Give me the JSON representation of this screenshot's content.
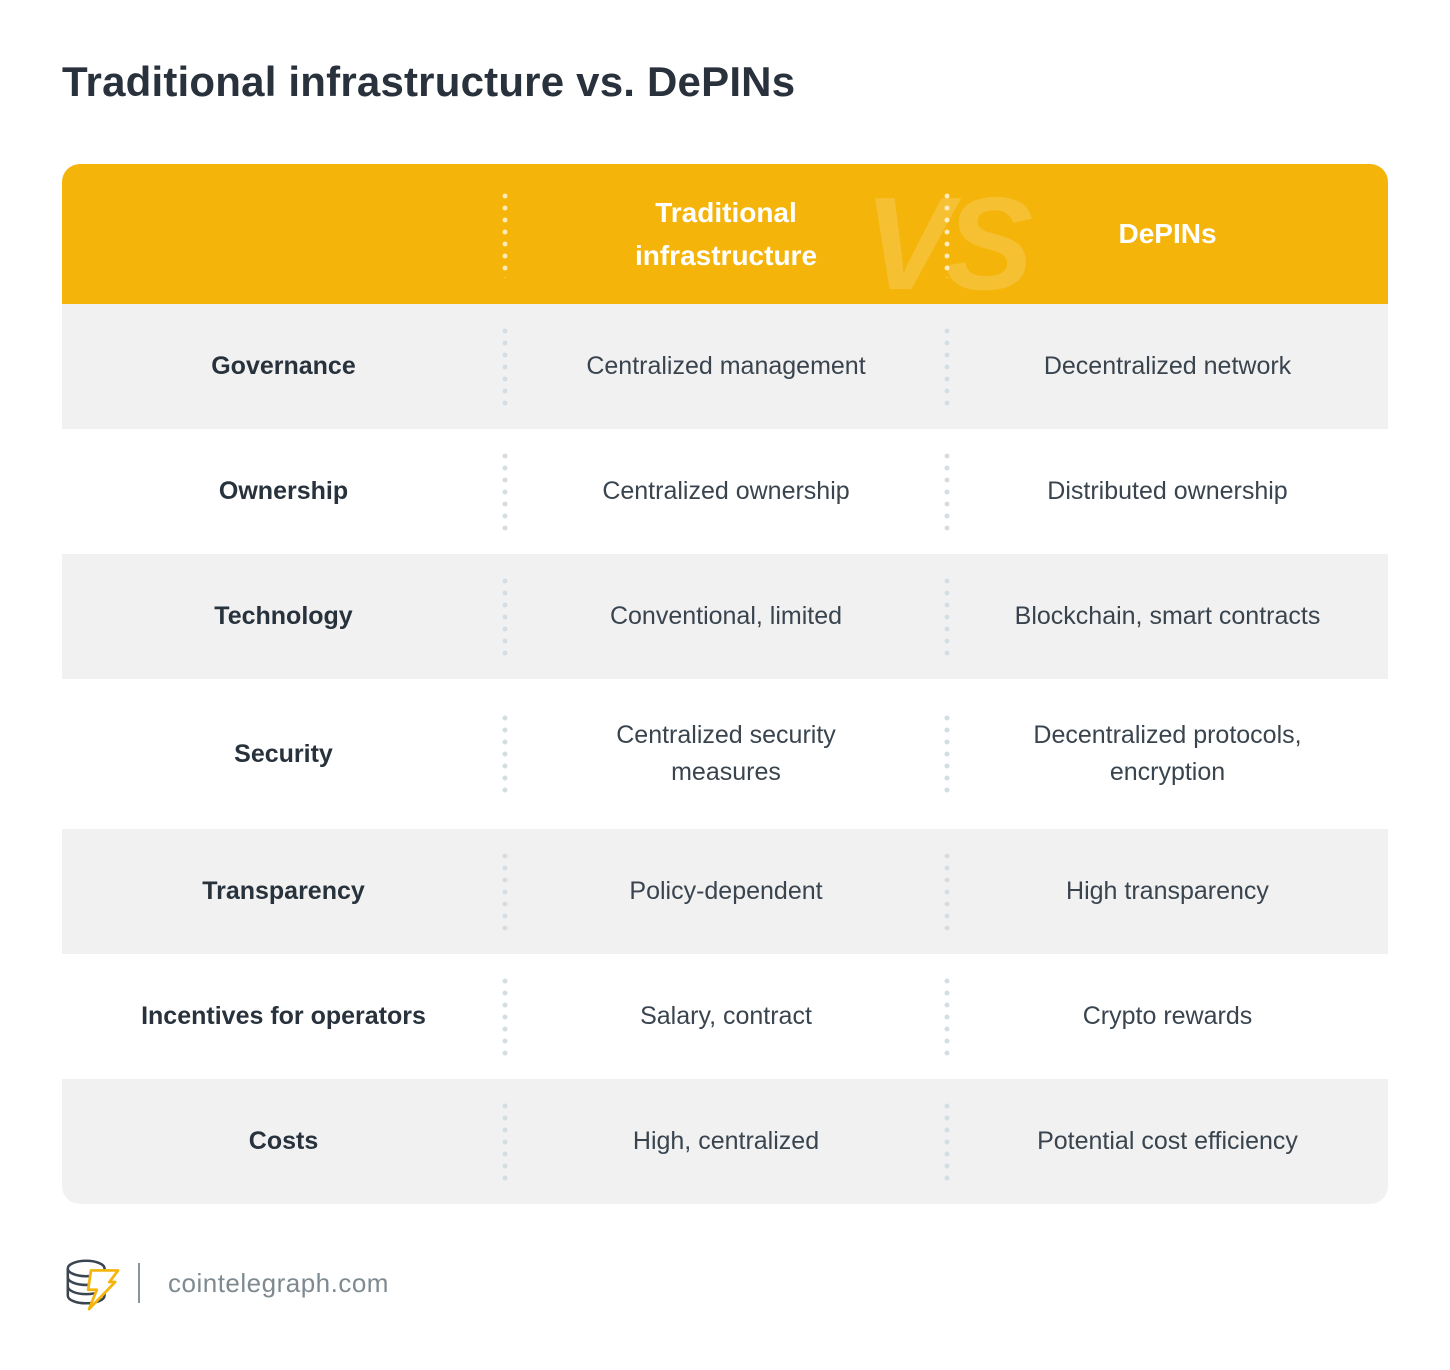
{
  "title": "Traditional infrastructure vs. DePINs",
  "table": {
    "watermark": "VS",
    "header": {
      "traditional_label": "Traditional\ninfrastructure",
      "depin_label": "DePINs"
    },
    "rows": [
      {
        "label": "Governance",
        "traditional": "Centralized management",
        "depin": "Decentralized network"
      },
      {
        "label": "Ownership",
        "traditional": "Centralized ownership",
        "depin": "Distributed ownership"
      },
      {
        "label": "Technology",
        "traditional": "Conventional, limited",
        "depin": "Blockchain, smart contracts"
      },
      {
        "label": "Security",
        "traditional": "Centralized security\nmeasures",
        "depin": "Decentralized protocols,\nencryption"
      },
      {
        "label": "Transparency",
        "traditional": "Policy-dependent",
        "depin": "High transparency"
      },
      {
        "label": "Incentives for operators",
        "traditional": "Salary, contract",
        "depin": "Crypto rewards"
      },
      {
        "label": "Costs",
        "traditional": "High, centralized",
        "depin": "Potential cost efficiency"
      }
    ]
  },
  "footer": {
    "site": "cointelegraph.com",
    "logo": "cointelegraph-coin-bolt-logo"
  },
  "colors": {
    "accent_yellow": "#F4B40A",
    "watermark_yellow": "rgba(255,255,255,0.17)",
    "row_gray": "#F1F1F2",
    "title_text": "#29323C",
    "value_text": "#39444E",
    "separator_dot": "#D4DDE2",
    "footer_text": "#7E8A91",
    "logo_dark": "#3A4550"
  }
}
